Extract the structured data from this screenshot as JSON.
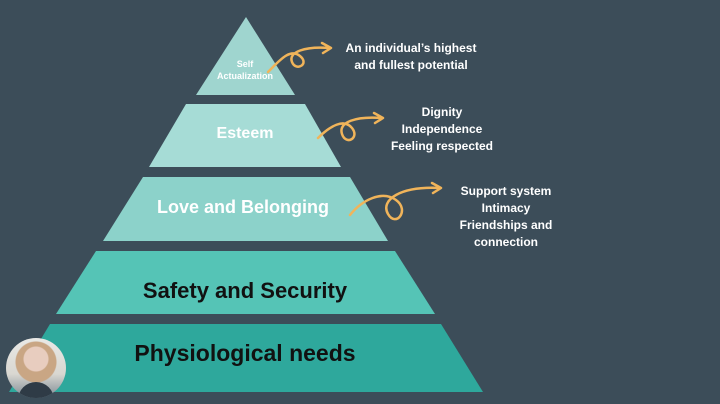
{
  "slide": {
    "background": "#3c4d59",
    "arrow_color": "#f0b45a"
  },
  "pyramid": {
    "tiers": [
      {
        "label_lines": [
          "Self",
          "Actualization"
        ],
        "fill": "#9fd5cf",
        "text_color": "#ffffff"
      },
      {
        "label_lines": [
          "Esteem"
        ],
        "fill": "#a6dcd6",
        "text_color": "#ffffff"
      },
      {
        "label_lines": [
          "Love and Belonging"
        ],
        "fill": "#8cd2ca",
        "text_color": "#ffffff"
      },
      {
        "label_lines": [
          "Safety and Security"
        ],
        "fill": "#55c4b6",
        "text_color": "#111111"
      },
      {
        "label_lines": [
          "Physiological needs"
        ],
        "fill": "#2ea89c",
        "text_color": "#111111"
      }
    ]
  },
  "annotations": [
    {
      "tier_index": 0,
      "lines": [
        "An individual’s highest",
        "and fullest potential"
      ]
    },
    {
      "tier_index": 1,
      "lines": [
        "Dignity",
        "Independence",
        "Feeling respected"
      ]
    },
    {
      "tier_index": 2,
      "lines": [
        "Support system",
        "Intimacy",
        "Friendships and",
        "connection"
      ]
    }
  ],
  "presenter": {
    "icon": "presenter-webcam-icon"
  }
}
